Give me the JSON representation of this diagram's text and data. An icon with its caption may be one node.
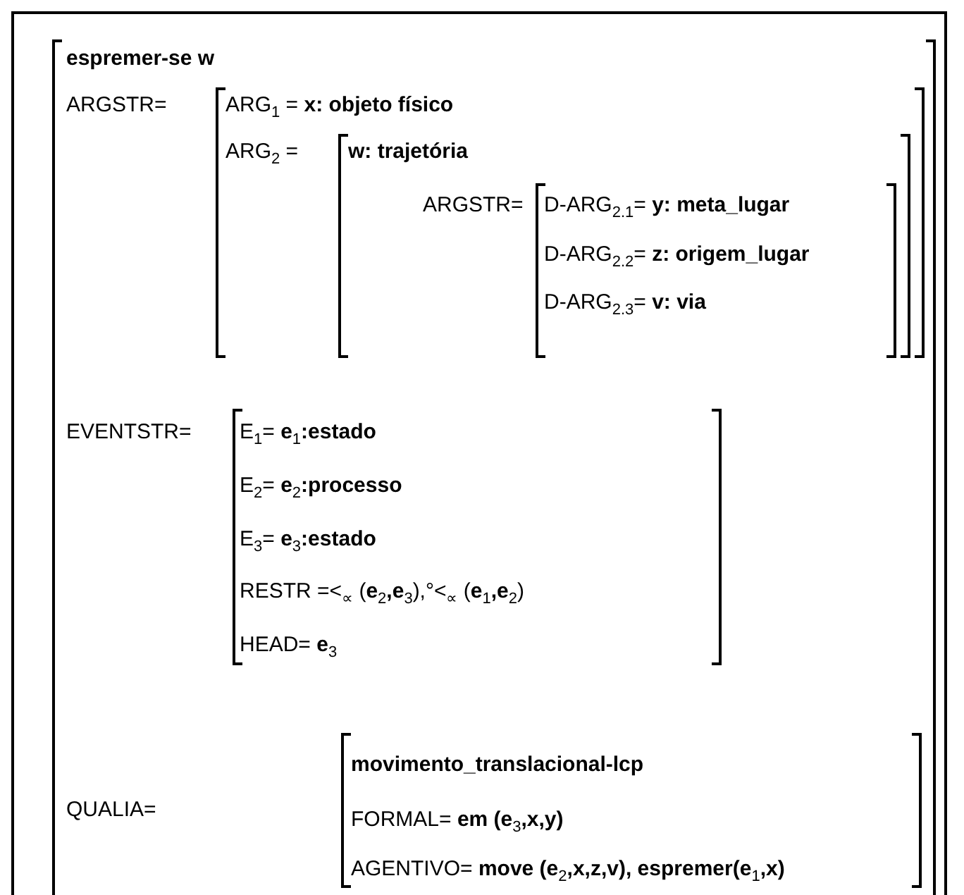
{
  "diagram": {
    "nodes": [
      {
        "text": [
          "**espremer-se w**",
          "ARGSTR=",
          "EVENTSTR=",
          "QUALIA="
        ]
      },
      {
        "text": [
          "ARG$_{1}$ = **x: objeto físico**",
          "ARG$_{2}$ ="
        ],
        "in": 0
      },
      {
        "text": [
          "**w: trajetória**",
          "ARGSTR="
        ],
        "in": 1
      },
      {
        "text": [
          "D-ARG$_{2.1}$= **y: meta_lugar**",
          "D-ARG$_{2.2}$= **z: origem_lugar**",
          "D-ARG$_{2.3}$= **v: via**"
        ],
        "in": 2
      },
      {
        "text": [
          "E$_{1}$= **e**$_{1}$**:estado**",
          "E$_{2}$= **e**$_{2}$**:processo**",
          "E$_{3}$= **e**$_{3}$**:estado**",
          "RESTR =<$_{∝}$ (**e**$_{2}$**,e**$_{3}$),°<$_{∝}$ (**e**$_{1}$**,e**$_{2}$)",
          "HEAD= **e**$_{3}$"
        ],
        "in": 0
      },
      {
        "text": [
          "**movimento_translacional-lcp**",
          "FORMAL= **em (e**$_{3}$**,x,y)**",
          "AGENTIVO= **move (e**$_{2}$**,x,z,v), espremer(e**$_{1}$**,x)**"
        ],
        "in": 0
      }
    ]
  }
}
